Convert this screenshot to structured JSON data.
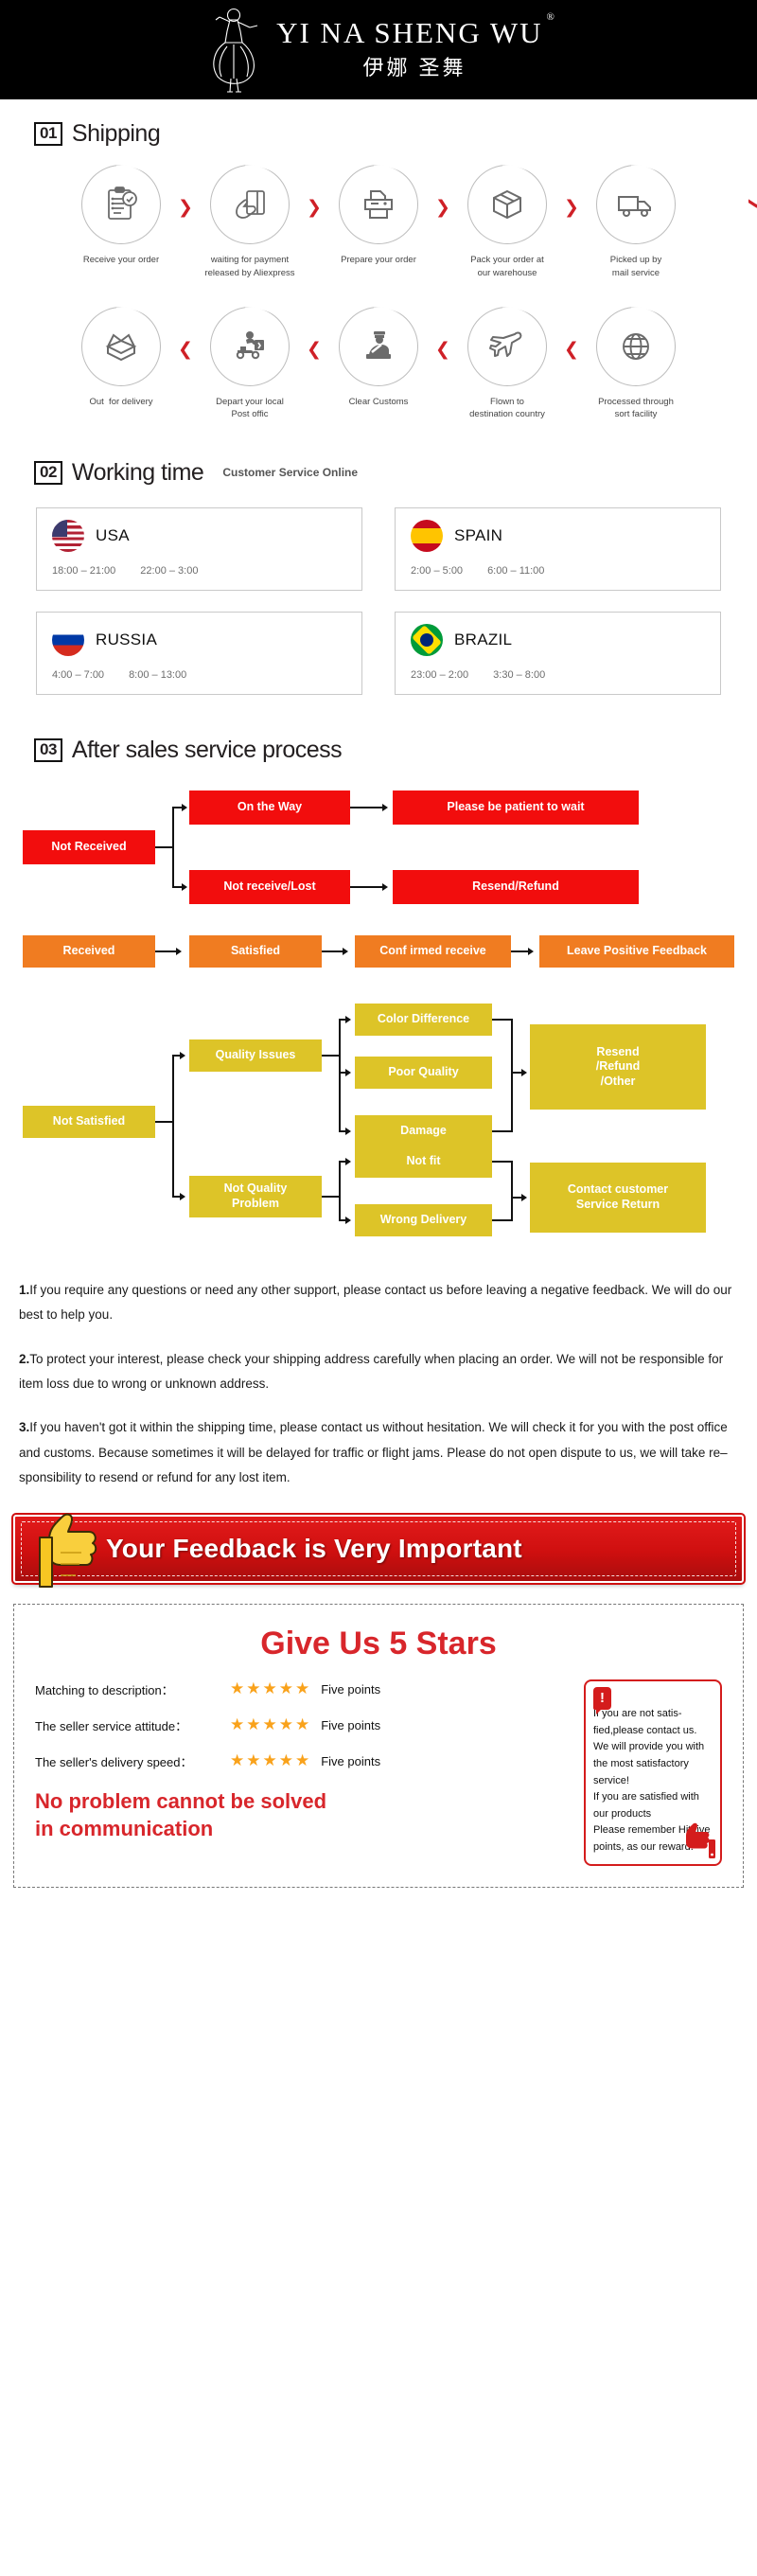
{
  "header": {
    "brand_en": "YI NA SHENG WU",
    "brand_reg": "®",
    "brand_cn": "伊娜 圣舞",
    "logo_icon": "dancer-logo-icon",
    "bg_color": "#000000"
  },
  "sections": {
    "shipping": {
      "number": "01",
      "title": "Shipping"
    },
    "working": {
      "number": "02",
      "title": "Working time",
      "subtitle": "Customer Service Online"
    },
    "aftersales": {
      "number": "03",
      "title": "After sales service process"
    }
  },
  "shipping_steps_top": [
    {
      "icon": "clipboard-check-icon",
      "label": "Receive your order"
    },
    {
      "icon": "hand-card-icon",
      "label": "waiting for payment\nreleased by Aliexpress"
    },
    {
      "icon": "printer-icon",
      "label": "Prepare your order"
    },
    {
      "icon": "box-package-icon",
      "label": "Pack your order at\nour warehouse"
    },
    {
      "icon": "truck-icon",
      "label": "Picked up by\nmail service"
    }
  ],
  "shipping_steps_bottom": [
    {
      "icon": "open-box-icon",
      "label": "Out for delivery"
    },
    {
      "icon": "scooter-courier-icon",
      "label": "Depart your local\nPost offic"
    },
    {
      "icon": "customs-officer-icon",
      "label": "Clear Customs"
    },
    {
      "icon": "airplane-icon",
      "label": "Flown to\ndestination country"
    },
    {
      "icon": "globe-icon",
      "label": "Processed through\nsort facility"
    }
  ],
  "arrow_right": "❯",
  "arrow_left": "❮",
  "arrow_down": "❯",
  "working_time": [
    {
      "flag": "usa-flag-icon",
      "country": "USA",
      "hours": [
        "18:00 – 21:00",
        "22:00 – 3:00"
      ]
    },
    {
      "flag": "spain-flag-icon",
      "country": "SPAIN",
      "hours": [
        "2:00 – 5:00",
        "6:00 – 11:00"
      ]
    },
    {
      "flag": "russia-flag-icon",
      "country": "RUSSIA",
      "hours": [
        "4:00 – 7:00",
        "8:00 – 13:00"
      ]
    },
    {
      "flag": "brazil-flag-icon",
      "country": "BRAZIL",
      "hours": [
        "23:00 – 2:00",
        "3:30 – 8:00"
      ]
    }
  ],
  "flow_red": {
    "not_received": "Not Received",
    "on_the_way": "On the Way",
    "please_wait": "Please be patient to wait",
    "not_receive_lost": "Not receive/Lost",
    "resend_refund": "Resend/Refund",
    "color": "#f20d0d"
  },
  "flow_orange": {
    "received": "Received",
    "satisfied": "Satisfied",
    "confirmed_receive": "Conf irmed receive",
    "leave_feedback": "Leave Positive Feedback",
    "color": "#f07c21"
  },
  "flow_yellow": {
    "not_satisfied": "Not Satisfied",
    "quality_issues": "Quality Issues",
    "color_difference": "Color Difference",
    "poor_quality": "Poor Quality",
    "damage": "Damage",
    "resend_refund_other": "Resend\n/Refund\n/Other",
    "not_quality_problem": "Not Quality\nProblem",
    "not_fit": "Not fit",
    "wrong_delivery": "Wrong Delivery",
    "contact_customer": "Contact customer\nService Return",
    "color": "#ddc428"
  },
  "policy": [
    {
      "num": "1.",
      "text": "If you require any questions or need any other support, please contact us before leaving a negative feedback. We will do our best to help you."
    },
    {
      "num": "2.",
      "text": "To protect your interest, please check your shipping address carefully when placing an order. We will not be responsible for item loss due to wrong or unknown address."
    },
    {
      "num": "3.",
      "text": "If you haven't got it within the shipping time, please contact us without hesitation. We will check it for you with the post office and customs. Because sometimes it will be delayed for traffic or flight jams. Please do not open dispute to us, we will take re–sponsibility to resend or refund for any lost item."
    }
  ],
  "feedback_banner": {
    "text": "Your Feedback is Very Important",
    "icon": "thumbs-up-icon",
    "bg_color": "#cf0f0f"
  },
  "stars_panel": {
    "title": "Give Us 5 Stars",
    "title_color": "#d8262b",
    "rows": [
      {
        "label": "Matching to description：",
        "stars": "★★★★★",
        "points": "Five points"
      },
      {
        "label": "The seller service attitude：",
        "stars": "★★★★★",
        "points": "Five points"
      },
      {
        "label": "The seller's delivery speed：",
        "stars": "★★★★★",
        "points": "Five points"
      }
    ],
    "slogan": "No problem cannot be solved\nin communication",
    "notice": {
      "icon": "exclamation-icon",
      "thumb_icon": "thumbs-up-icon",
      "text": "If you are not satis-fied,please contact us. We will provide you with the most satisfactory service!\nIf you are satisfied with our products\nPlease remember Hit five points, as our reward!"
    }
  }
}
